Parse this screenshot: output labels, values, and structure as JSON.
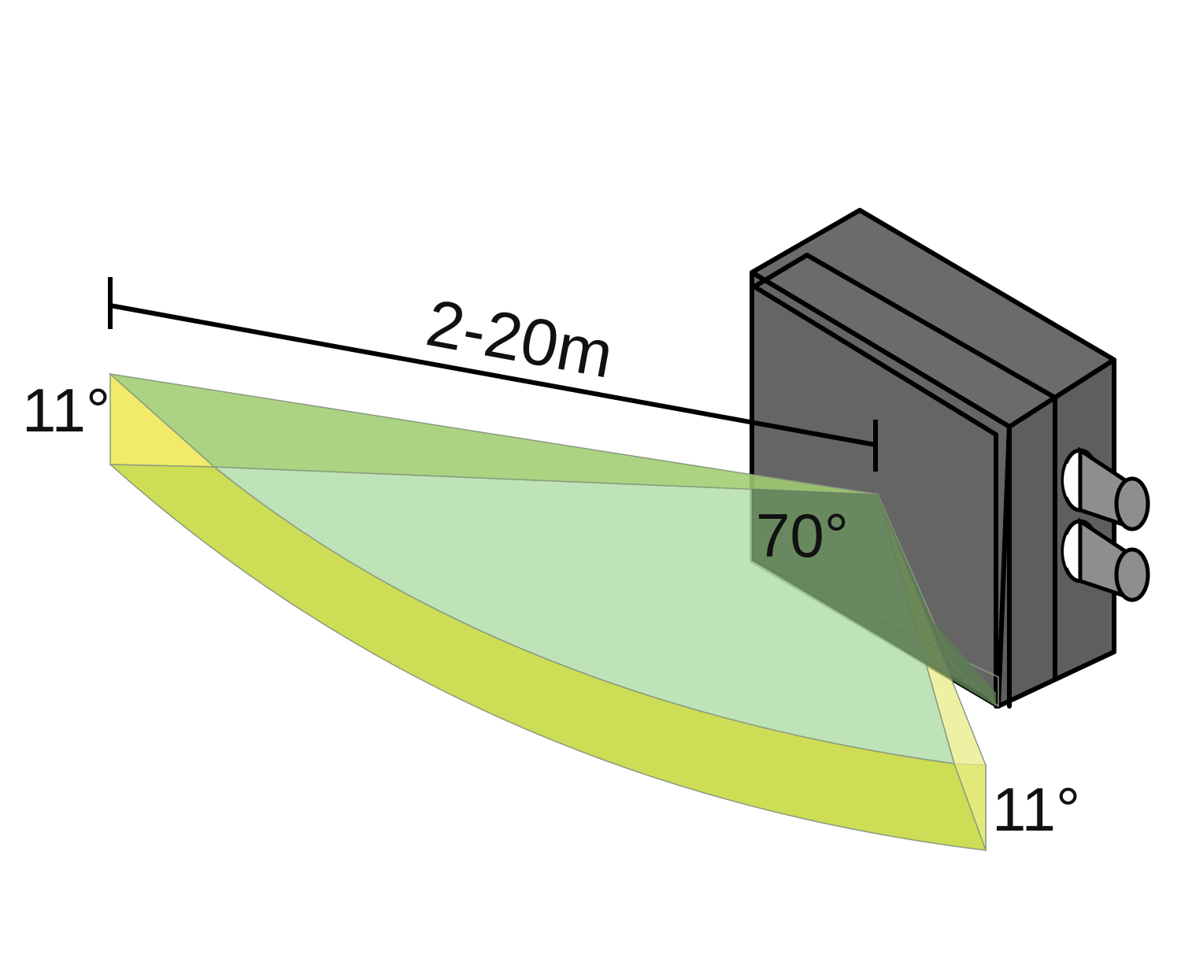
{
  "range_label": "2-20m",
  "vertical_angle_left": "11°",
  "vertical_angle_right": "11°",
  "horizontal_angle": "70°",
  "colors": {
    "beam_top": "#9fcd6f",
    "beam_inner": "#b5dfae",
    "beam_outer_face": "#cddd55",
    "beam_side_face": "#f1ea6a",
    "sensor_body": "#666566",
    "sensor_outline": "#000000",
    "connector": "#8e8d8f",
    "text": "#111111"
  },
  "icons": {
    "sensor": "radar-sensor-icon",
    "connector": "cable-connector-icon"
  }
}
